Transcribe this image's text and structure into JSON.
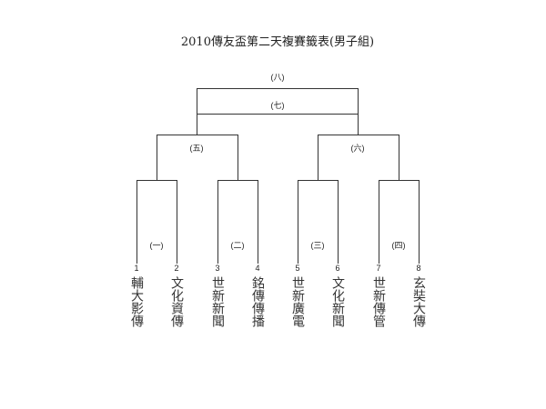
{
  "title": "2010傳友盃第二天複賽籤表(男子組)",
  "matches": [
    "(一)",
    "(二)",
    "(三)",
    "(四)",
    "(五)",
    "(六)",
    "(七)",
    "(八)"
  ],
  "teams": [
    {
      "seed": "1",
      "name": "輔大影傳"
    },
    {
      "seed": "2",
      "name": "文化資傳"
    },
    {
      "seed": "3",
      "name": "世新新聞"
    },
    {
      "seed": "4",
      "name": "銘傳傳播"
    },
    {
      "seed": "5",
      "name": "世新廣電"
    },
    {
      "seed": "6",
      "name": "文化新聞"
    },
    {
      "seed": "7",
      "name": "世新傳管"
    },
    {
      "seed": "8",
      "name": "玄奘大傳"
    }
  ]
}
